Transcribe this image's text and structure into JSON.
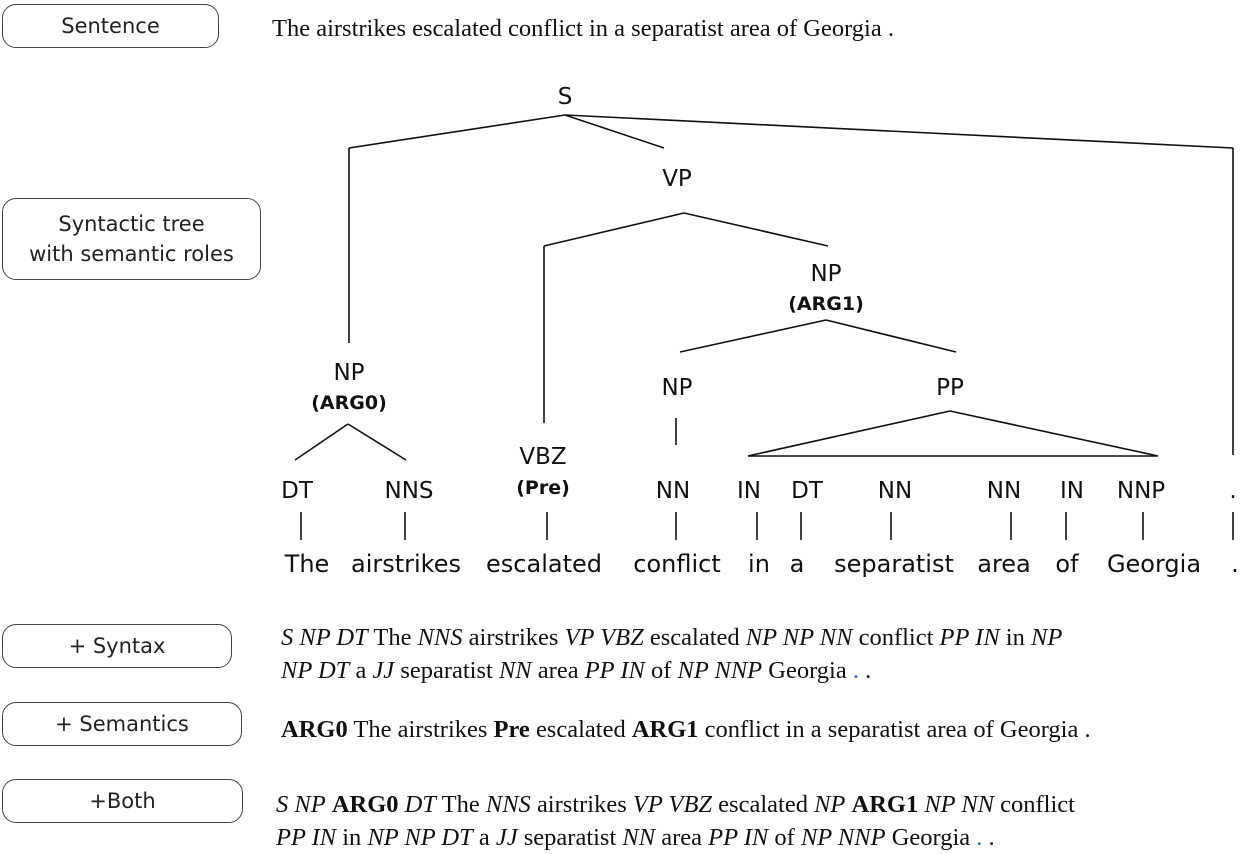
{
  "labels": {
    "sentence": "Sentence",
    "tree_line1": "Syntactic tree",
    "tree_line2": "with semantic roles",
    "syntax": "+ Syntax",
    "semantics": "+ Semantics",
    "both": "+Both"
  },
  "sentence_text": "The airstrikes escalated conflict in a separatist area of Georgia .",
  "tree": {
    "nodes": {
      "S": "S",
      "VP": "VP",
      "NP_arg1": "NP",
      "arg1": "(ARG1)",
      "NP_conf": "NP",
      "PP": "PP",
      "NP_arg0": "NP",
      "arg0": "(ARG0)",
      "VBZ": "VBZ",
      "pre": "(Pre)"
    },
    "pos": [
      "DT",
      "NNS",
      "NN",
      "IN",
      "DT",
      "NN",
      "NN",
      "IN",
      "NNP",
      "."
    ],
    "words": [
      "The",
      "airstrikes",
      "escalated",
      "conflict",
      "in",
      "a",
      "separatist",
      "area",
      "of",
      "Georgia",
      "."
    ]
  },
  "syntax_seq": [
    {
      "t": "S NP DT",
      "s": "i"
    },
    {
      "t": " The ",
      "s": ""
    },
    {
      "t": "NNS",
      "s": "i"
    },
    {
      "t": " airstrikes ",
      "s": ""
    },
    {
      "t": "VP VBZ",
      "s": "i"
    },
    {
      "t": " escalated ",
      "s": ""
    },
    {
      "t": "NP NP NN",
      "s": "i"
    },
    {
      "t": " conflict ",
      "s": ""
    },
    {
      "t": "PP IN",
      "s": "i"
    },
    {
      "t": " in ",
      "s": ""
    },
    {
      "t": "NP",
      "s": "i"
    },
    {
      "t": "\n",
      "s": "br"
    },
    {
      "t": "NP DT",
      "s": "i"
    },
    {
      "t": " a ",
      "s": ""
    },
    {
      "t": "JJ",
      "s": "i"
    },
    {
      "t": " separatist ",
      "s": ""
    },
    {
      "t": "NN",
      "s": "i"
    },
    {
      "t": " area ",
      "s": ""
    },
    {
      "t": "PP IN",
      "s": "i"
    },
    {
      "t": " of ",
      "s": ""
    },
    {
      "t": "NP NNP",
      "s": "i"
    },
    {
      "t": " Georgia ",
      "s": ""
    },
    {
      "t": ".",
      "s": "blue"
    },
    {
      "t": " .",
      "s": ""
    }
  ],
  "semantics_seq": [
    {
      "t": "ARG0",
      "s": "b"
    },
    {
      "t": " The airstrikes ",
      "s": ""
    },
    {
      "t": "Pre",
      "s": "b"
    },
    {
      "t": " escalated ",
      "s": ""
    },
    {
      "t": "ARG1",
      "s": "b"
    },
    {
      "t": " conflict in a separatist area of Georgia .",
      "s": ""
    }
  ],
  "both_seq": [
    {
      "t": "S NP",
      "s": "i"
    },
    {
      "t": " ",
      "s": ""
    },
    {
      "t": "ARG0",
      "s": "b"
    },
    {
      "t": " ",
      "s": ""
    },
    {
      "t": "DT",
      "s": "i"
    },
    {
      "t": " The ",
      "s": ""
    },
    {
      "t": "NNS",
      "s": "i"
    },
    {
      "t": " airstrikes ",
      "s": ""
    },
    {
      "t": "VP VBZ",
      "s": "i"
    },
    {
      "t": " escalated ",
      "s": ""
    },
    {
      "t": "NP",
      "s": "i"
    },
    {
      "t": " ",
      "s": ""
    },
    {
      "t": "ARG1",
      "s": "b"
    },
    {
      "t": " ",
      "s": ""
    },
    {
      "t": "NP NN",
      "s": "i"
    },
    {
      "t": " conflict",
      "s": ""
    },
    {
      "t": "\n",
      "s": "br"
    },
    {
      "t": "PP IN",
      "s": "i"
    },
    {
      "t": " in ",
      "s": ""
    },
    {
      "t": "NP NP DT",
      "s": "i"
    },
    {
      "t": " a ",
      "s": ""
    },
    {
      "t": "JJ",
      "s": "i"
    },
    {
      "t": " separatist ",
      "s": ""
    },
    {
      "t": "NN",
      "s": "i"
    },
    {
      "t": " area ",
      "s": ""
    },
    {
      "t": "PP IN",
      "s": "i"
    },
    {
      "t": " of ",
      "s": ""
    },
    {
      "t": "NP NNP",
      "s": "i"
    },
    {
      "t": " Georgia ",
      "s": ""
    },
    {
      "t": ".",
      "s": "blue"
    },
    {
      "t": " .",
      "s": ""
    }
  ]
}
